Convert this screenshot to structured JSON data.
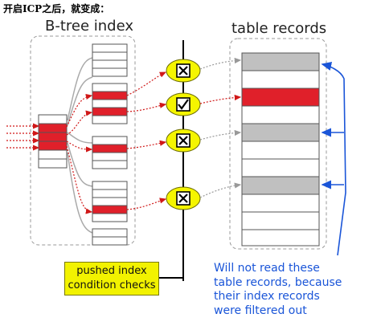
{
  "caption": "开启ICP之后，就变成：",
  "btree_title": "B-tree index",
  "table_title": "table records",
  "pushed_box": {
    "line1": "pushed index",
    "line2": "condition checks"
  },
  "note_lines": [
    "Will not read these",
    "table records, because",
    "their index records",
    "were filtered out"
  ],
  "check_results": [
    "filtered",
    "passed",
    "filtered",
    "filtered"
  ],
  "colors": {
    "highlight_red": "#e0202a",
    "filtered_gray": "#c0c0c0",
    "check_yellow": "#f5f500",
    "arrow_red": "#d01818",
    "note_blue": "#1a55d8",
    "dashed_gray": "#999999"
  }
}
